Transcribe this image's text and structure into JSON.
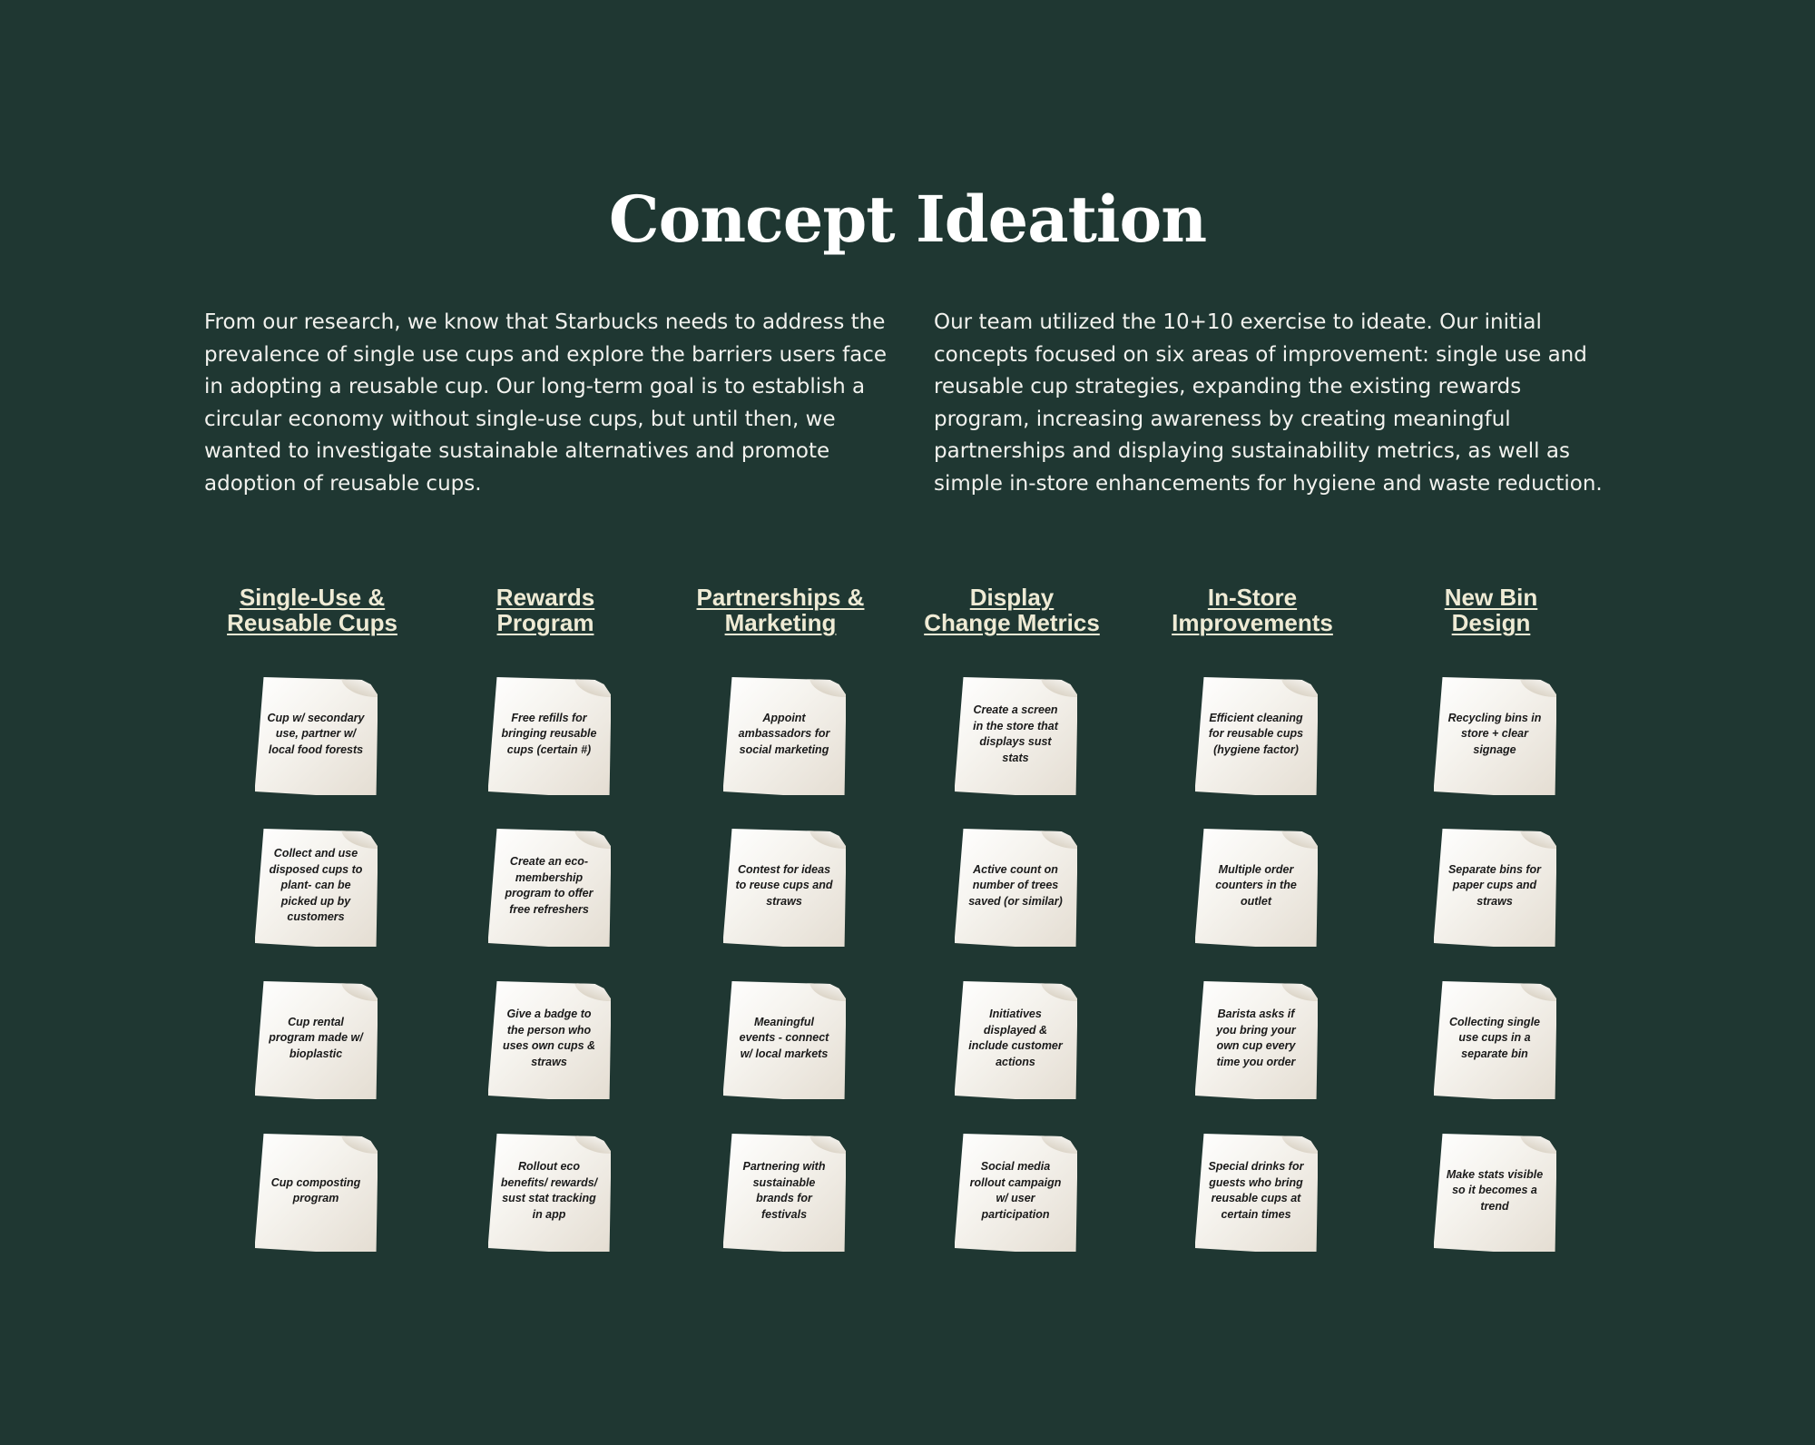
{
  "header": {
    "title": "Concept Ideation"
  },
  "intro": {
    "left": "From our research, we know that Starbucks needs to address the prevalence of single use cups and explore the barriers users face in adopting a reusable cup. Our long-term goal is to establish a circular economy without single-use cups, but until then, we wanted to investigate sustainable alternatives and promote adoption of reusable cups.",
    "right": "Our team utilized the 10+10 exercise to ideate. Our initial concepts focused on six areas of improvement: single use and reusable cup strategies, expanding the existing rewards program, increasing awareness by creating meaningful partnerships and displaying sustainability metrics, as well as simple in-store enhancements for hygiene and waste reduction."
  },
  "colors": {
    "background": "#1f3732",
    "heading_text": "#ffffff",
    "category_text": "#efebd5",
    "note_paper": "#f6f4ef",
    "note_text": "#1a1a1a"
  },
  "categories": [
    {
      "title": "Single-Use &\nReusable Cups",
      "notes": [
        "Cup w/ secondary use, partner w/ local food forests",
        "Collect and use disposed cups to plant- can be picked up by customers",
        "Cup rental program made w/ bioplastic",
        "Cup composting program"
      ]
    },
    {
      "title": "Rewards\nProgram",
      "notes": [
        "Free refills for bringing reusable cups (certain #)",
        "Create an eco-membership program to offer free refreshers",
        "Give a badge to the person who uses own cups & straws",
        "Rollout eco benefits/ rewards/ sust stat tracking in app"
      ]
    },
    {
      "title": "Partnerships &\nMarketing",
      "notes": [
        "Appoint ambassadors for social marketing",
        "Contest for ideas to reuse cups and straws",
        "Meaningful events - connect w/ local markets",
        "Partnering with sustainable brands for festivals"
      ]
    },
    {
      "title": "Display\nChange Metrics",
      "notes": [
        "Create a screen in the store that displays sust stats",
        "Active count on number of trees saved (or similar)",
        "Initiatives displayed & include customer actions",
        "Social media rollout campaign w/ user participation"
      ]
    },
    {
      "title": "In-Store\nImprovements",
      "notes": [
        "Efficient cleaning for reusable cups (hygiene factor)",
        "Multiple order counters in the outlet",
        "Barista asks if you bring your own cup every time you order",
        "Special drinks for guests who bring reusable cups at certain times"
      ]
    },
    {
      "title": "New Bin\nDesign",
      "notes": [
        "Recycling bins in store + clear signage",
        "Separate bins for paper cups and straws",
        "Collecting single use cups in a separate bin",
        "Make stats visible so it becomes a trend"
      ]
    }
  ]
}
